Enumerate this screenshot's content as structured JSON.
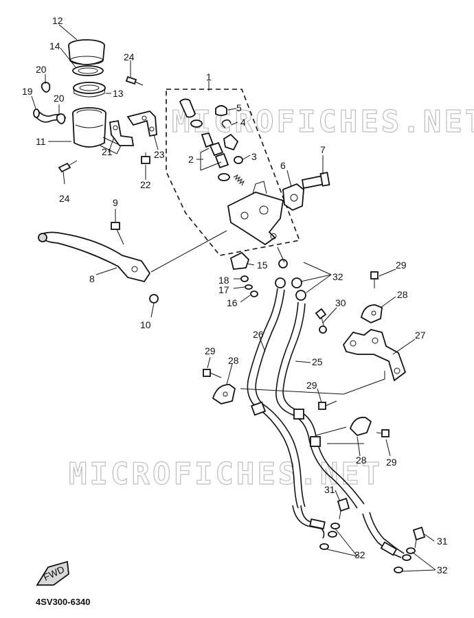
{
  "watermark": "MICROFICHES.NET",
  "diagram_code": "4SV300-6340",
  "fwd_label": "FWD",
  "callouts": {
    "p1": "1",
    "p2": "2",
    "p3": "3",
    "p4": "4",
    "p5": "5",
    "p6": "6",
    "p7": "7",
    "p8": "8",
    "p9": "9",
    "p10": "10",
    "p11": "11",
    "p12": "12",
    "p13": "13",
    "p14": "14",
    "p15": "15",
    "p16": "16",
    "p17": "17",
    "p18": "18",
    "p19": "19",
    "p20": "20",
    "p21": "21",
    "p22": "22",
    "p23": "23",
    "p24": "24",
    "p25": "25",
    "p26": "26",
    "p27": "27",
    "p28": "28",
    "p29": "29",
    "p30": "30",
    "p31": "31",
    "p32": "32"
  }
}
